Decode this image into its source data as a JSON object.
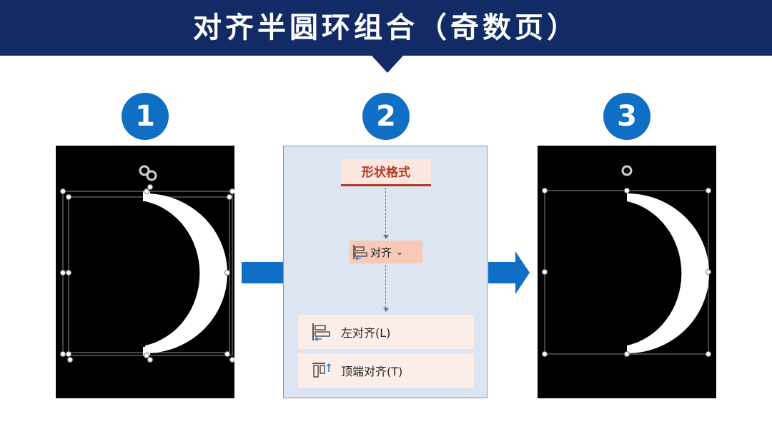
{
  "header": {
    "title": "对齐半圆环组合（奇数页）"
  },
  "steps": [
    {
      "number": "1"
    },
    {
      "number": "2"
    },
    {
      "number": "3"
    }
  ],
  "menu": {
    "tab_label": "形状格式",
    "align_button": {
      "label": "对齐",
      "icon": "align-left-icon",
      "chevron": "chevron-down-icon"
    },
    "items": [
      {
        "label": "左对齐(L)",
        "icon": "align-left-icon"
      },
      {
        "label": "顶端对齐(T)",
        "icon": "align-top-icon"
      }
    ]
  },
  "colors": {
    "banner": "#122a66",
    "step_circle": "#0e6fc4",
    "flow_arrow": "#0e6fc4",
    "tab_accent": "#b23a28",
    "menu_panel": "#dde4f2"
  }
}
